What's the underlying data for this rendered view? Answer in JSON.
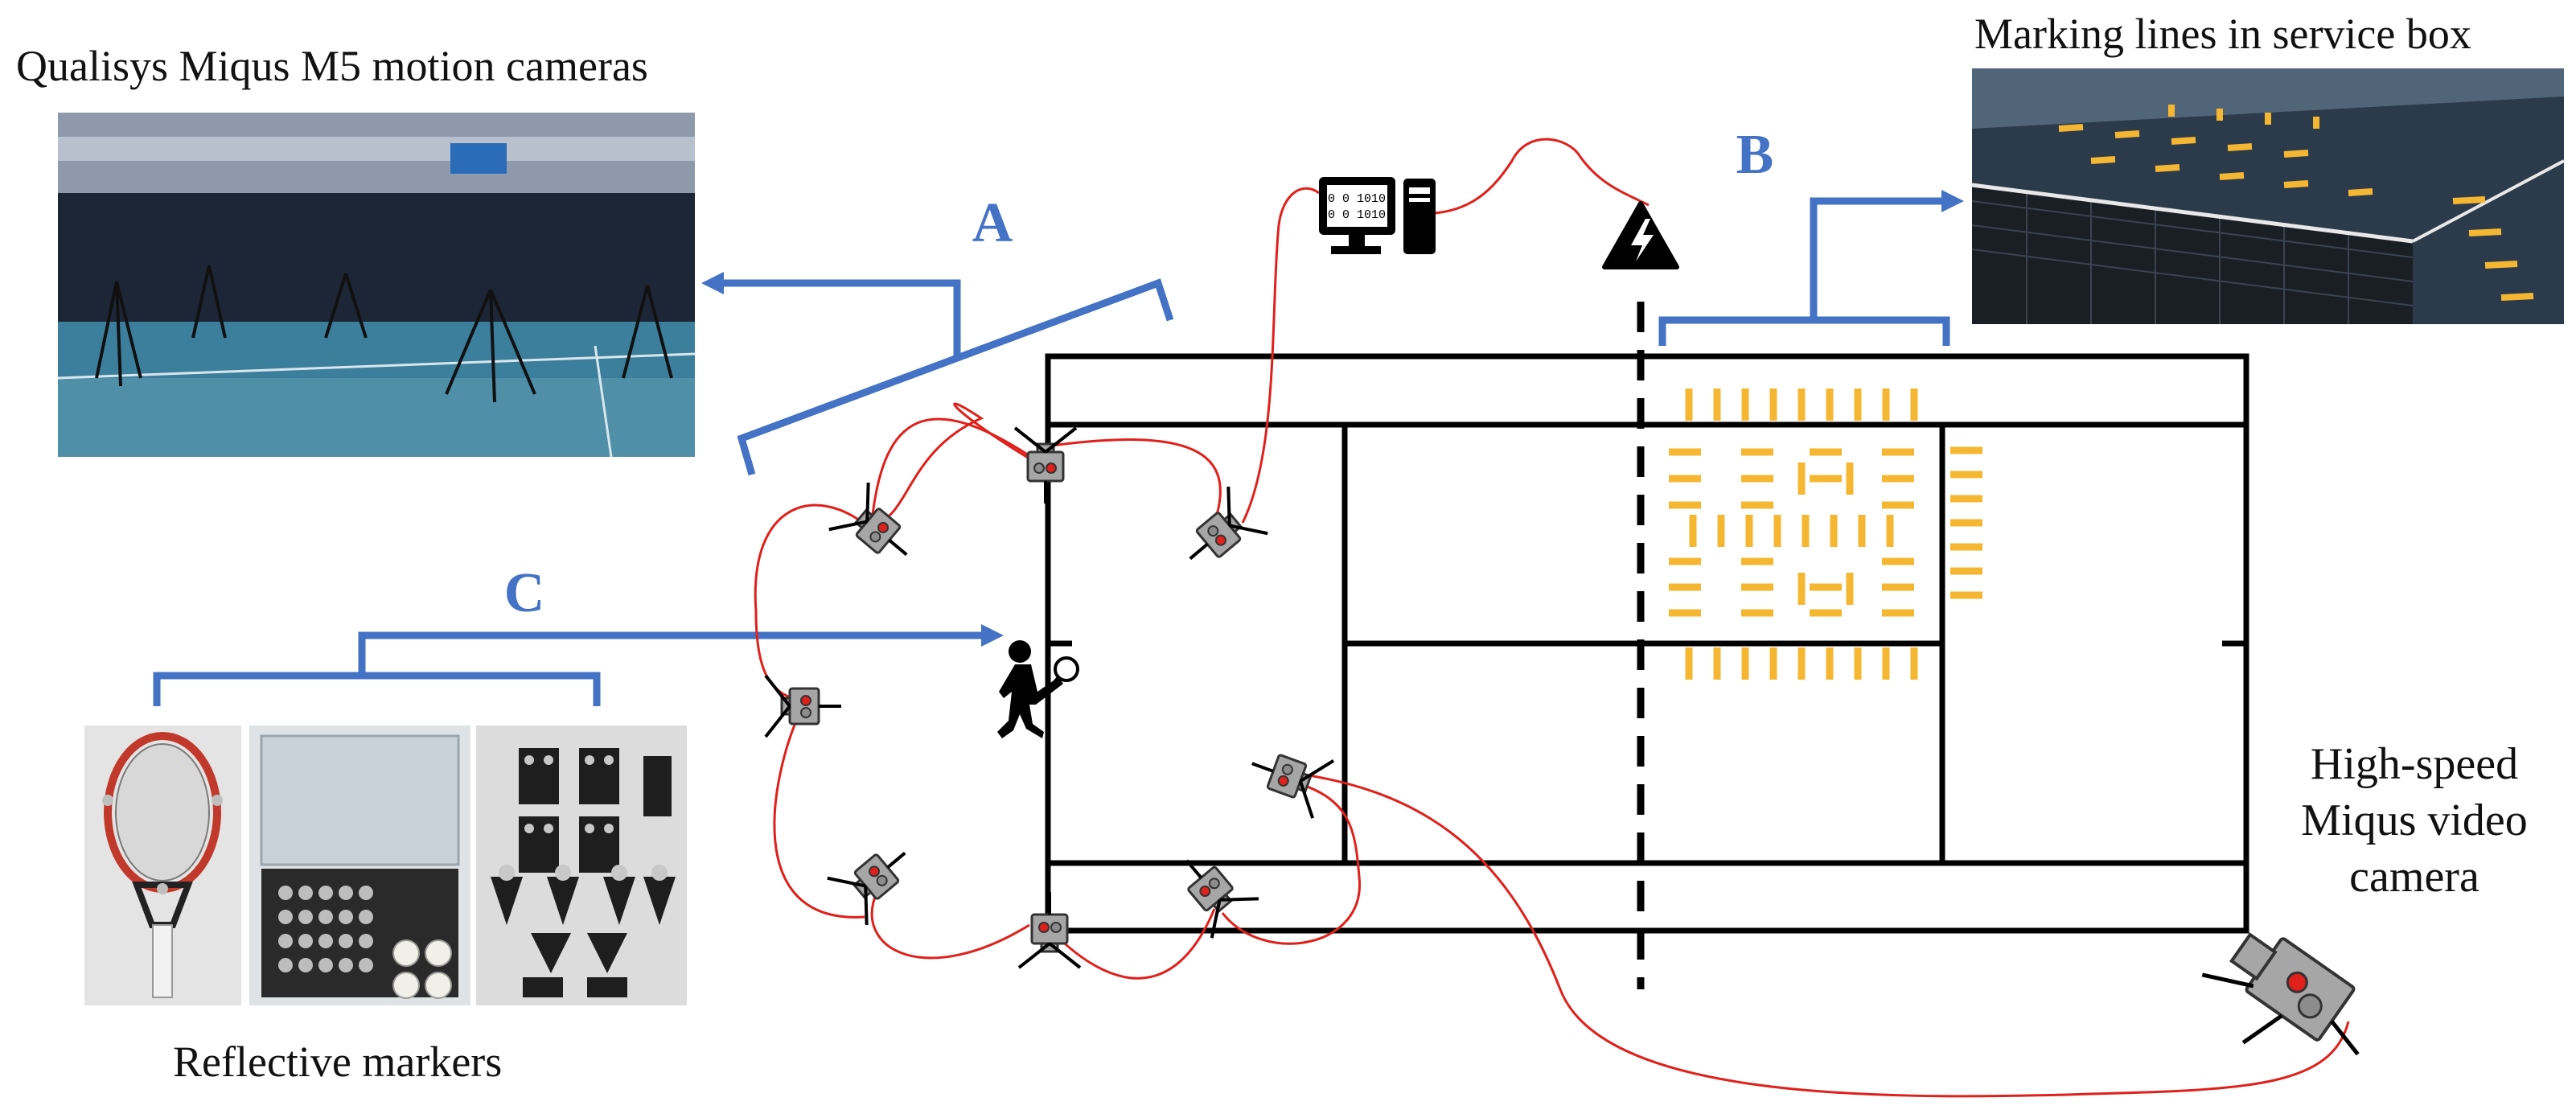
{
  "captions": {
    "cameras_caption": "Qualisys Miqus M5 motion cameras",
    "marking_caption": "Marking lines in service box",
    "markers_caption": "Reflective markers",
    "highspeed_line1": "High-speed",
    "highspeed_line2": "Miqus video",
    "highspeed_line3": "camera"
  },
  "labels": {
    "a": "A",
    "b": "B",
    "c": "C"
  },
  "icons": {
    "computer": "computer-icon",
    "power": "high-voltage-icon",
    "player": "tennis-player-icon",
    "camera": "motion-camera-icon"
  },
  "colors": {
    "bracket": "#4472c4",
    "cable": "#e0201b",
    "marking": "#f5b731",
    "court_line": "#000000",
    "camera_body": "#a6a6a6",
    "camera_dot": "#e0201b"
  }
}
